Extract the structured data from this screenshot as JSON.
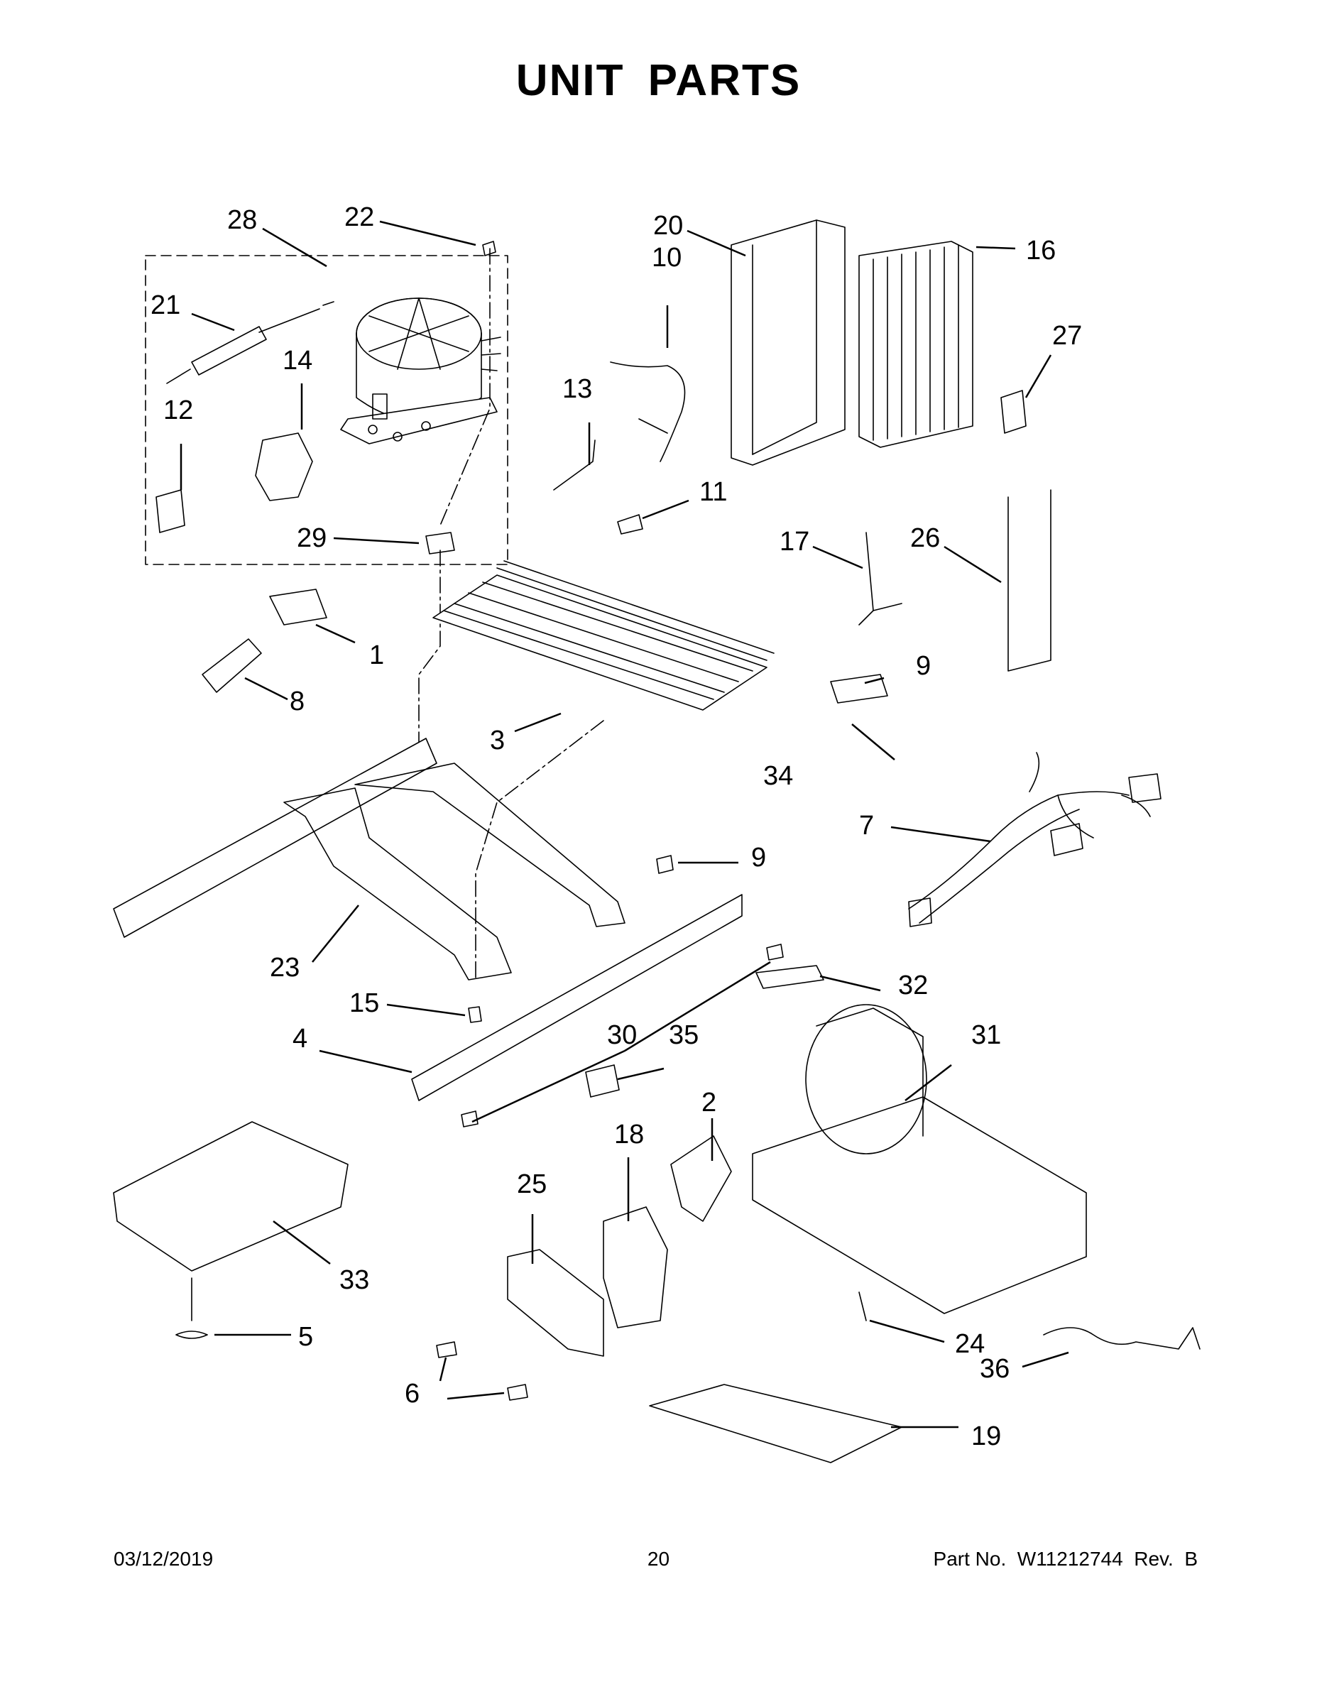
{
  "title": "UNIT PARTS",
  "footer": {
    "date": "03/12/2019",
    "page_number": "20",
    "part_number": "Part No.  W11212744  Rev.  B"
  },
  "callouts": [
    "1",
    "2",
    "3",
    "4",
    "5",
    "6",
    "7",
    "8",
    "9",
    "9",
    "10",
    "11",
    "12",
    "13",
    "14",
    "15",
    "16",
    "17",
    "18",
    "19",
    "20",
    "21",
    "22",
    "23",
    "24",
    "25",
    "26",
    "27",
    "28",
    "29",
    "30",
    "31",
    "32",
    "33",
    "34",
    "35",
    "36"
  ]
}
